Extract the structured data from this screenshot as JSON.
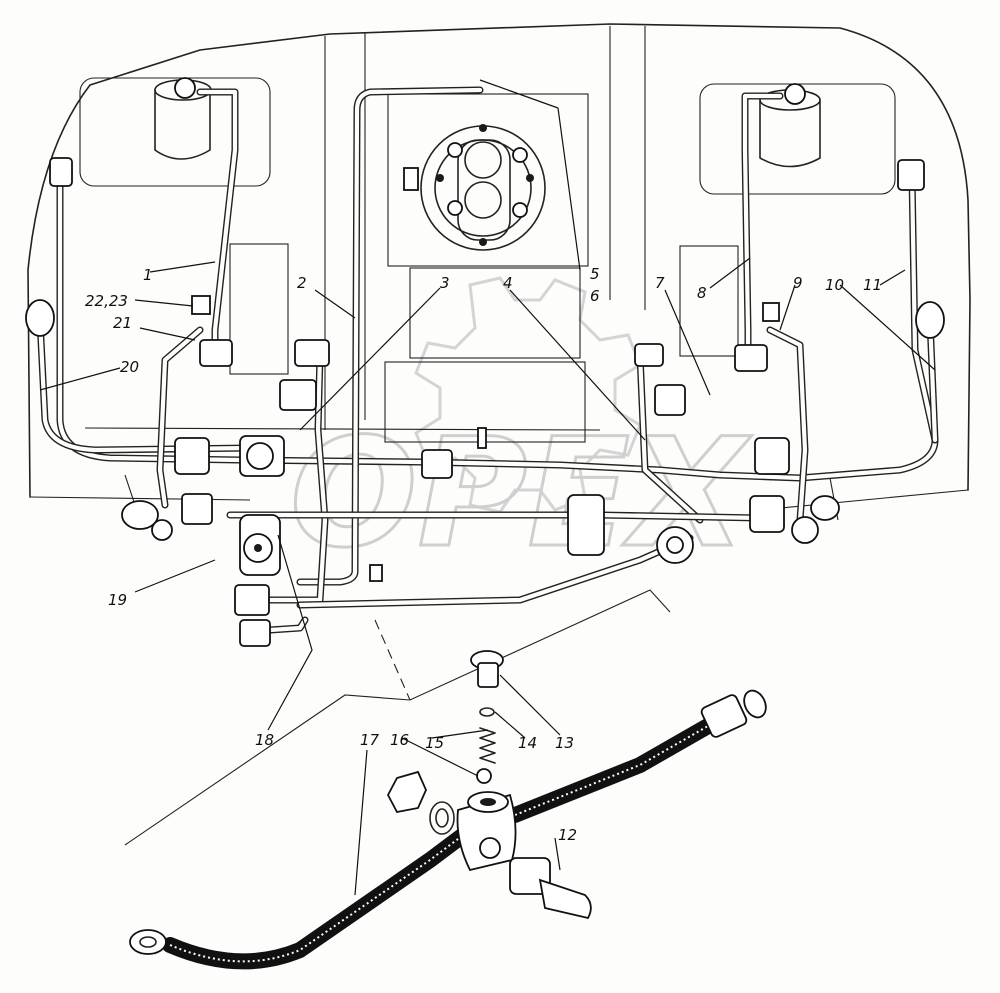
{
  "watermark": "OPEX",
  "callouts": [
    "1",
    "2",
    "3",
    "4",
    "5",
    "6",
    "7",
    "8",
    "9",
    "10",
    "11",
    "12",
    "13",
    "14",
    "15",
    "16",
    "17",
    "18",
    "19",
    "20",
    "21",
    "22,23"
  ]
}
